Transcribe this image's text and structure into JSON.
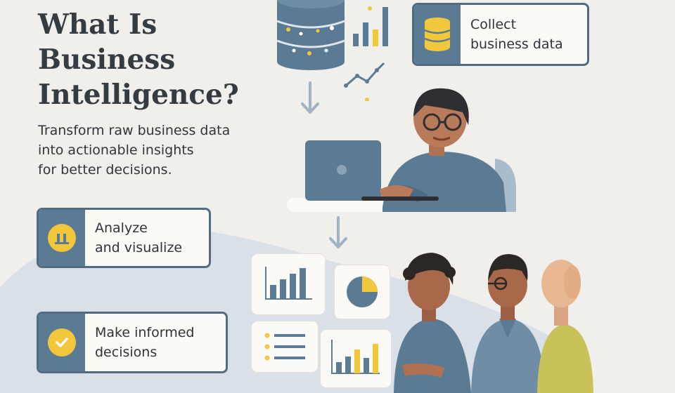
{
  "title": {
    "line1": "What Is",
    "line2": "Business",
    "line3": "Intelligence?"
  },
  "subtitle": {
    "line1": "Transform raw business data",
    "line2": "into actionable insights",
    "line3": "for better decisions."
  },
  "steps": {
    "collect": {
      "line1": "Collect",
      "line2": "business data",
      "icon": "database-icon"
    },
    "analyze": {
      "line1": "Analyze",
      "line2": "and visualize",
      "icon": "bar-chart-icon"
    },
    "decide": {
      "line1": "Make informed",
      "line2": "decisions",
      "icon": "checkmark-icon"
    }
  },
  "colors": {
    "background": "#f1efec",
    "slate": "#5b7b94",
    "navy": "#516b80",
    "accent": "#f1c83c",
    "text": "#343c42"
  }
}
